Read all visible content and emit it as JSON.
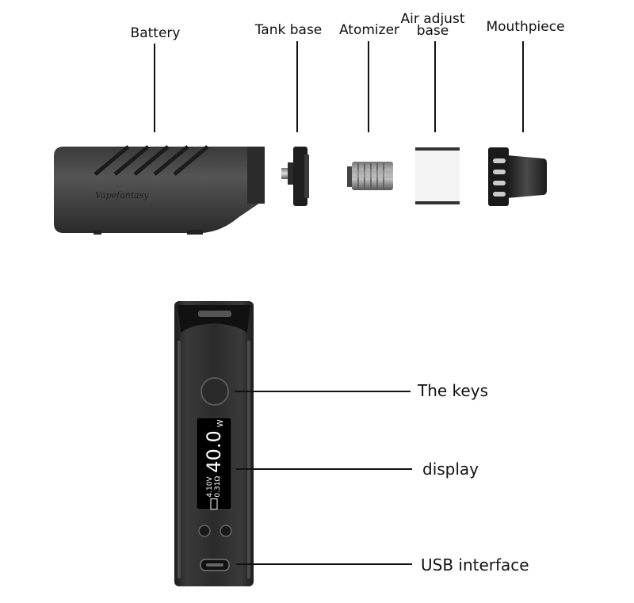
{
  "top_labels": {
    "battery": "Battery",
    "tank_base": "Tank base",
    "atomizer": "Atomizer",
    "air_adjust_line1": "Air adjust",
    "air_adjust_line2": "base",
    "mouthpiece": "Mouthpiece"
  },
  "bottom_labels": {
    "keys": "The keys",
    "display": "display",
    "usb": "USB interface"
  },
  "brand": "Vapefantasy",
  "screen": {
    "voltage": "4.10V",
    "resistance": "0.31Ω",
    "wattage": "40.0",
    "unit": "W"
  },
  "colors": {
    "body": "#2d2d2d",
    "body_light": "#4a4a4a",
    "text": "#111111"
  }
}
